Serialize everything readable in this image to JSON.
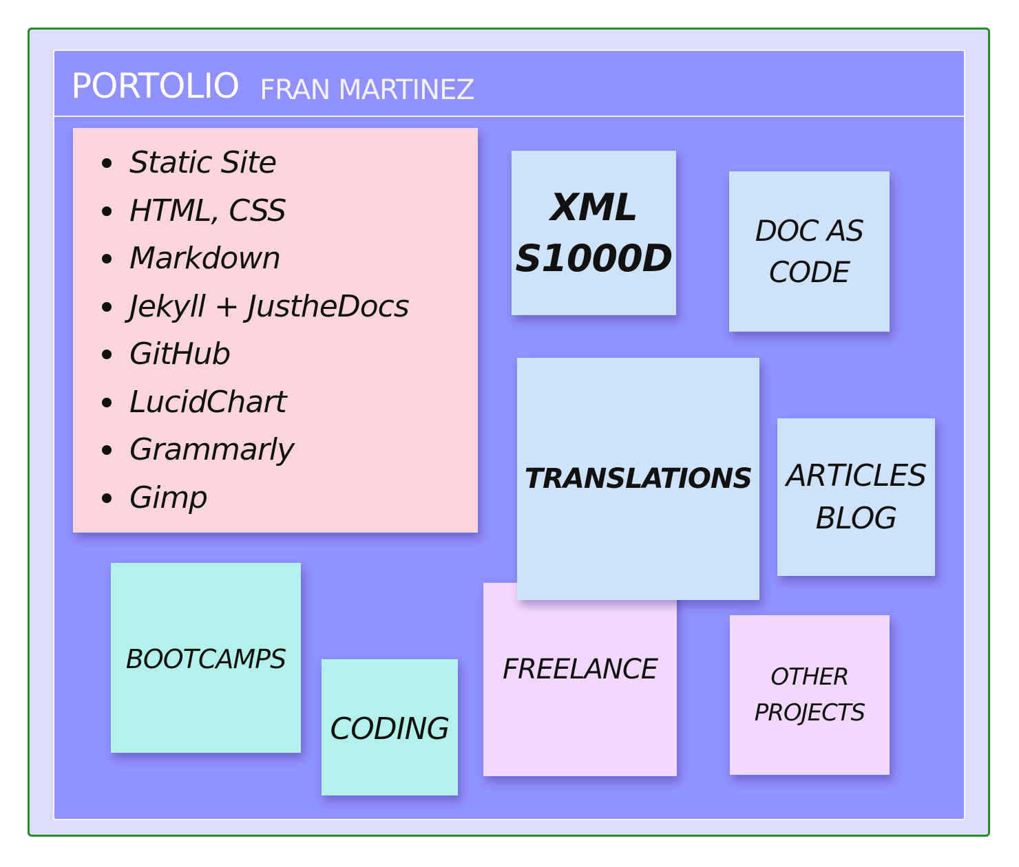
{
  "header": {
    "title": "PORTOLIO",
    "subtitle": "FRAN MARTINEZ"
  },
  "skills": [
    "Static Site",
    "HTML, CSS",
    "Markdown",
    "Jekyll + JustheDocs",
    "GitHub",
    "LucidChart",
    "Grammarly",
    "Gimp"
  ],
  "notes": {
    "xml": "XML\nS1000D",
    "doc_as_code": "DOC AS\nCODE",
    "translations": "TRANSLATIONS",
    "articles_blog": "ARTICLES\nBLOG",
    "bootcamps": "BOOTCAMPS",
    "coding": "CODING",
    "freelance": "FREELANCE",
    "other_projects": "OTHER\nPROJECTS"
  },
  "colors": {
    "board": "#9191fd",
    "frame_border": "#2a8a2a",
    "skills_note": "#fcd6dc",
    "blue_note": "#cfe2fc",
    "mint_note": "#b5f1eb",
    "violet_note": "#f1d8fc"
  }
}
